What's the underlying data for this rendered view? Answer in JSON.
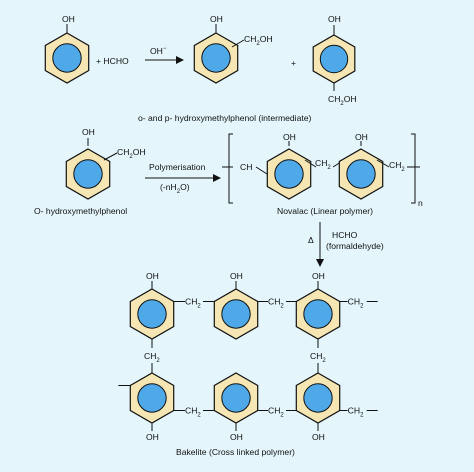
{
  "reaction1": {
    "phenol_oh": "OH",
    "plus_hcho": "+ HCHO",
    "catalyst": "OH",
    "catalyst_sup": "−",
    "ortho_oh": "OH",
    "ortho_ch2": "CH",
    "ortho_ch2_sub": "2",
    "ortho_ch2_tail": "OH",
    "plus": "+",
    "para_oh": "OH",
    "para_ch2": "CH",
    "para_ch2_sub": "2",
    "para_ch2_tail": "OH",
    "intermediate_caption": "o- and p- hydroxymethylphenol (intermediate)"
  },
  "reaction2": {
    "reactant_oh": "OH",
    "reactant_ch2": "CH",
    "reactant_ch2_sub": "2",
    "reactant_ch2_tail": "OH",
    "reactant_caption": "O- hydroxymethylphenol",
    "condition_top": "Polymerisation",
    "condition_bottom": "(-nH",
    "condition_bottom_sub": "2",
    "condition_bottom_tail": "O)",
    "novalac_ch": "CH",
    "novalac_oh1": "OH",
    "novalac_ch2_mid": "CH",
    "novalac_ch2_mid_sub": "2",
    "novalac_oh2": "OH",
    "novalac_ch2_end": "CH",
    "novalac_ch2_end_sub": "2",
    "repeat_n": "n",
    "novalac_caption": "Novalac (Linear polymer)"
  },
  "reaction3": {
    "delta": "Δ",
    "reagent_line1": "HCHO",
    "reagent_line2": "(formaldehyde)"
  },
  "bakelite": {
    "oh": "OH",
    "ch": "CH",
    "sub2": "2",
    "caption": "Bakelite (Cross linked polymer)"
  },
  "colors": {
    "background": "#e4f6fb",
    "ring_fill": "#f5e6b4",
    "inner_circle": "#4fa8e8",
    "stroke": "#111111"
  }
}
